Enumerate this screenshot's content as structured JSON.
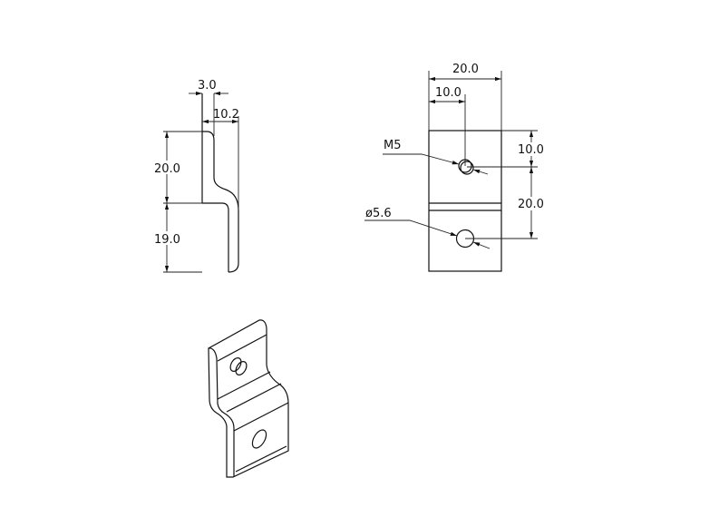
{
  "side_view": {
    "dim_thickness": "3.0",
    "dim_offset": "10.2",
    "dim_upper_height": "20.0",
    "dim_lower_height": "19.0"
  },
  "front_view": {
    "dim_width": "20.0",
    "dim_hole_x": "10.0",
    "dim_hole_top": "10.0",
    "dim_hole_spacing": "20.0",
    "label_thread": "M5",
    "label_hole_diameter": "ø5.6"
  },
  "colors": {
    "line": "#111111",
    "background": "#ffffff"
  }
}
